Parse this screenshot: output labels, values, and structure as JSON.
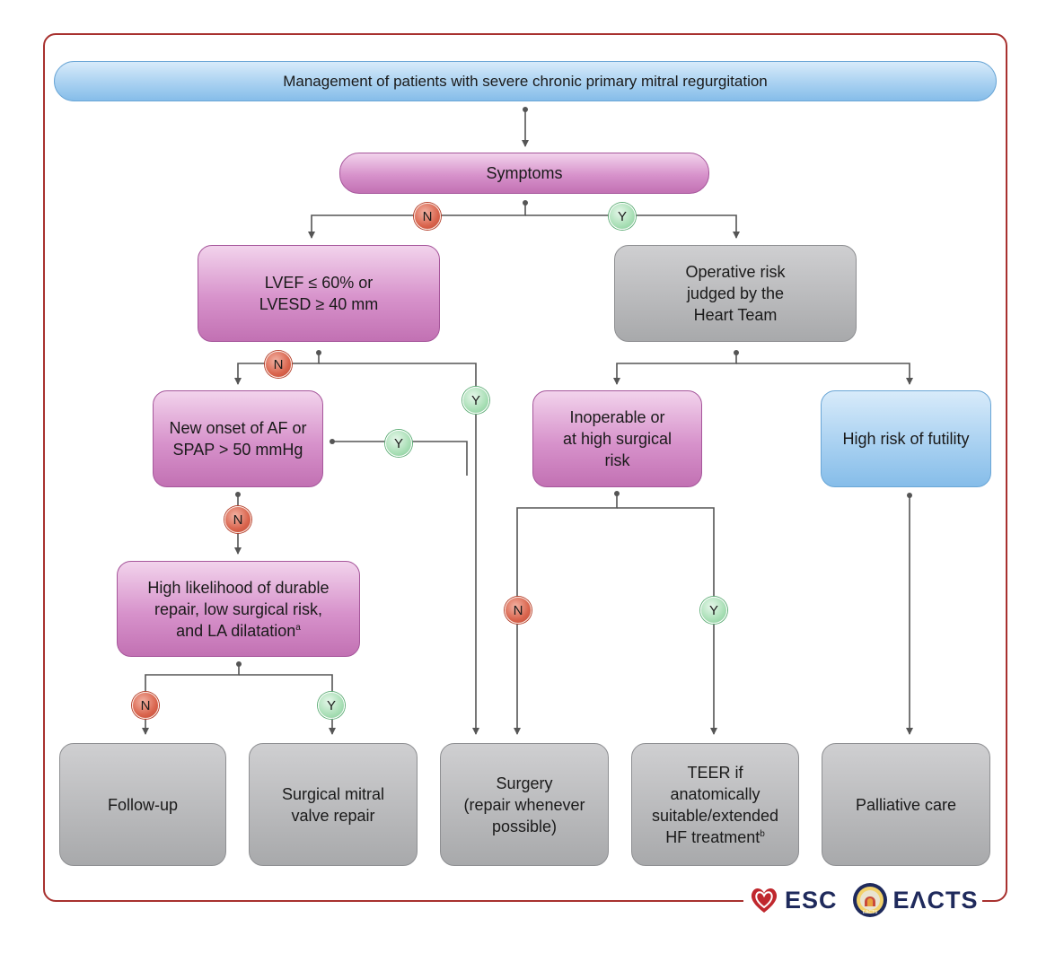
{
  "title": "Management of patients with severe chronic primary mitral regurgitation",
  "nodes": {
    "symptoms": "Symptoms",
    "lvef": "LVEF ≤ 60% or\nLVESD ≥ 40 mm",
    "operative_risk": "Operative risk\njudged by the\nHeart Team",
    "new_onset": "New onset of AF or\nSPAP > 50 mmHg",
    "inoperable": "Inoperable or\nat high surgical\nrisk",
    "futility": "High risk of futility",
    "high_likelihood": "High likelihood of durable\nrepair, low surgical risk,\nand LA dilatation",
    "high_likelihood_sup": "a",
    "follow_up": "Follow-up",
    "surgical_repair": "Surgical mitral\nvalve repair",
    "surgery": "Surgery\n(repair whenever\npossible)",
    "teer": "TEER if\nanatomically\nsuitable/extended\nHF treatment",
    "teer_sup": "b",
    "palliative": "Palliative care"
  },
  "badges": {
    "no": "N",
    "yes": "Y"
  },
  "logos": {
    "esc": "ESC",
    "eacts": "EΛCTS",
    "eacts_emblem": "EACTS"
  },
  "colors": {
    "frame": "#a8312f",
    "decision_box": "#d792cb",
    "outcome_box": "#a8a9ab",
    "title_box": "#a9d1f1",
    "no_badge": "#d9644d",
    "yes_badge": "#a9dfb6",
    "connector": "#555555"
  }
}
